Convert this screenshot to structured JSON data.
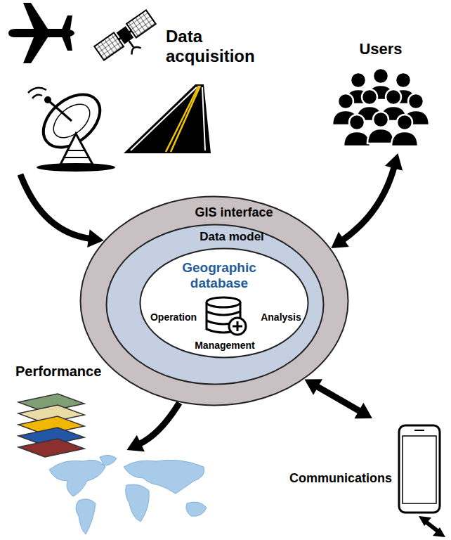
{
  "diagram": {
    "nodes": [
      {
        "text": [
          "Data acquisition"
        ]
      },
      {
        "text": [
          "Users"
        ]
      },
      {
        "text": [
          "GIS interface"
        ]
      },
      {
        "text": [
          "Data model"
        ],
        "in": 2
      },
      {
        "text": [
          "Geographic database",
          "Operation",
          "Analysis",
          "Management"
        ],
        "in": 3
      },
      {
        "text": [
          "Performance"
        ]
      },
      {
        "text": [
          "Communications"
        ]
      }
    ],
    "edges": [
      {
        "from": 0,
        "to": 2,
        "arrow": "to"
      },
      {
        "from": 1,
        "to": 2,
        "arrow": "both"
      },
      {
        "from": 2,
        "to": 5,
        "arrow": "to"
      },
      {
        "from": 2,
        "to": 6,
        "arrow": "both"
      }
    ]
  }
}
